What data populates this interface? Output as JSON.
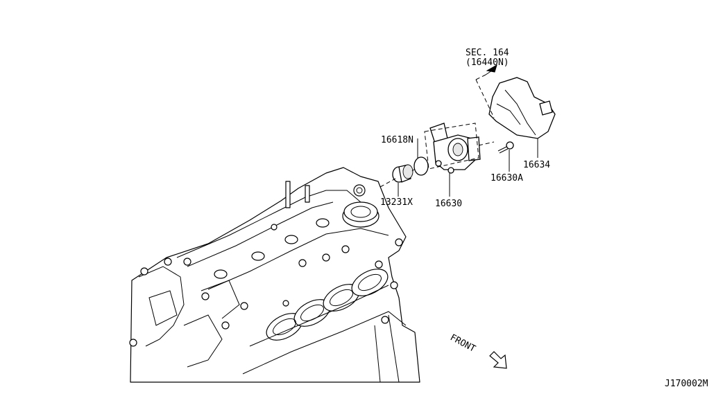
{
  "labels": {
    "sec_ref_line1": "SEC. 164",
    "sec_ref_line2": "(16440N)",
    "p16618n": "16618N",
    "p13231x": "13231X",
    "p16630": "16630",
    "p16630a": "16630A",
    "p16634": "16634",
    "front": "FRONT",
    "figure_code": "J170002M"
  },
  "icons": {
    "direction_arrow": "front-arrow-icon",
    "sec_arrow": "section-reference-arrow-icon"
  }
}
